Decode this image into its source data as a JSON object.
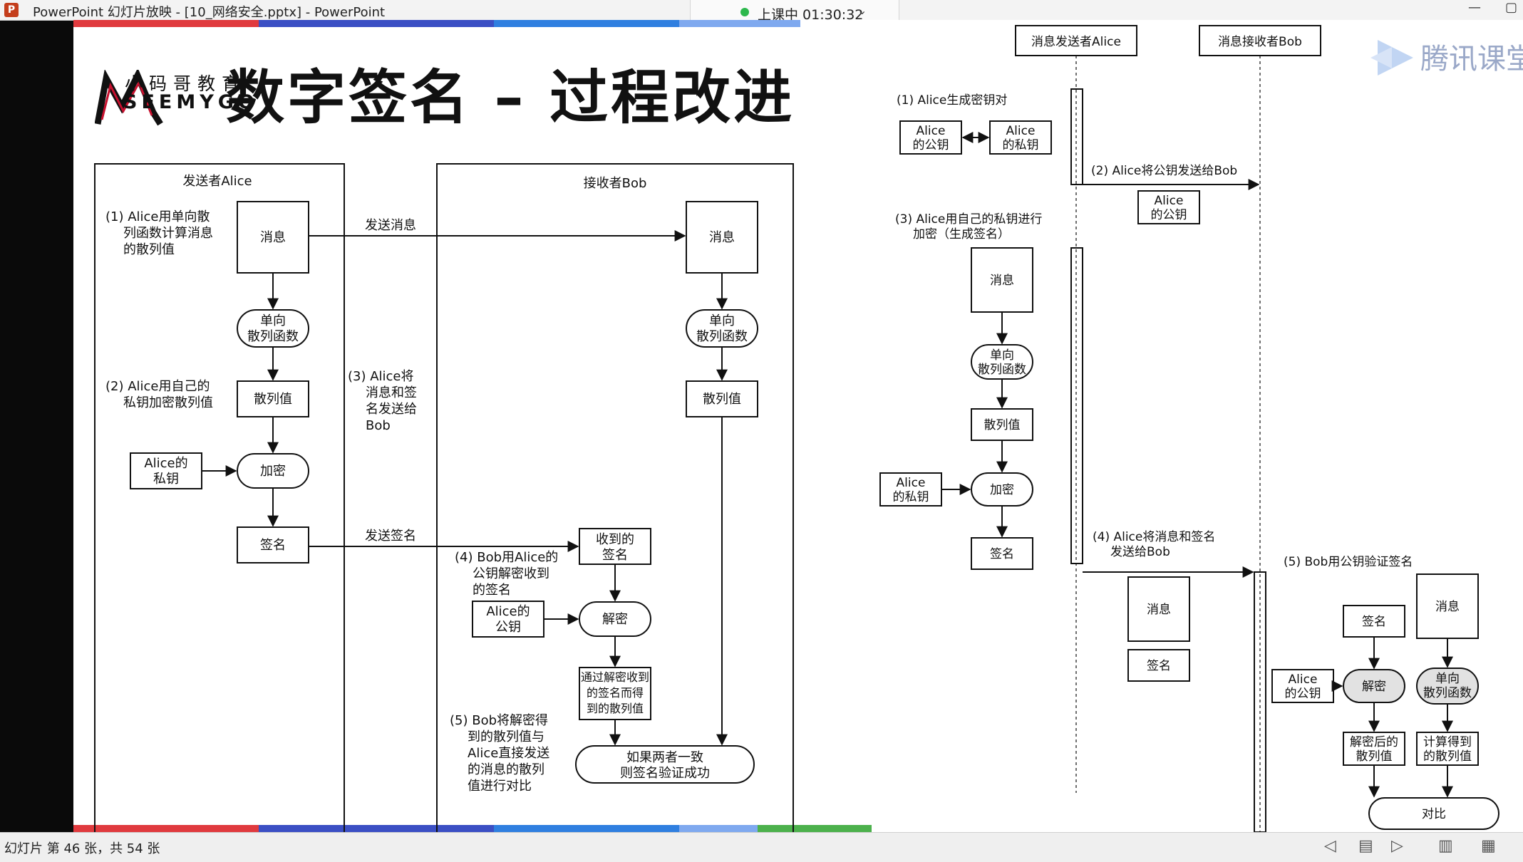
{
  "window": {
    "title": "PowerPoint 幻灯片放映 - [10_网络安全.pptx] - PowerPoint",
    "app_icon": "P"
  },
  "live": {
    "status": "上课中 01:30:32",
    "dot_color": "#2db84d"
  },
  "slide": {
    "title": "数字签名 – 过程改进",
    "logo": {
      "cn": "小码哥教育",
      "en": "SEEMYGO",
      "brand_color": "#c8102e"
    },
    "watermark": "腾讯课堂",
    "left": {
      "sender_title": "发送者Alice",
      "receiver_title": "接收者Bob",
      "step1": [
        "(1) Alice用单向散",
        "列函数计算消息",
        "的散列值"
      ],
      "step2": [
        "(2) Alice用自己的",
        "私钥加密散列值"
      ],
      "step3": [
        "(3) Alice将",
        "消息和签",
        "名发送给",
        "Bob"
      ],
      "step4": [
        "(4) Bob用Alice的",
        "公钥解密收到",
        "的签名"
      ],
      "step5": [
        "(5) Bob将解密得",
        "到的散列值与",
        "Alice直接发送",
        "的消息的散列",
        "值进行对比"
      ],
      "send_message": "发送消息",
      "send_signature": "发送签名",
      "message": "消息",
      "hash_fn": [
        "单向",
        "散列函数"
      ],
      "hash_value": "散列值",
      "alice_private": [
        "Alice的",
        "私钥"
      ],
      "encrypt": "加密",
      "signature": "签名",
      "received_sig": [
        "收到的",
        "签名"
      ],
      "alice_public": [
        "Alice的",
        "公钥"
      ],
      "decrypt": "解密",
      "decrypted_hash": [
        "通过解密收到",
        "的签名而得",
        "到的散列值"
      ],
      "verify": [
        "如果两者一致",
        "则签名验证成功"
      ]
    },
    "right": {
      "sender": "消息发送者Alice",
      "receiver": "消息接收者Bob",
      "s1": "(1) Alice生成密钥对",
      "pub_key": [
        "Alice",
        "的公钥"
      ],
      "priv_key": [
        "Alice",
        "的私钥"
      ],
      "s2": "(2) Alice将公钥发送给Bob",
      "s3": [
        "(3) Alice用自己的私钥进行",
        "加密（生成签名）"
      ],
      "message": "消息",
      "hash_fn": [
        "单向",
        "散列函数"
      ],
      "hash_value": "散列值",
      "encrypt": "加密",
      "signature": "签名",
      "s4": [
        "(4) Alice将消息和签名",
        "发送给Bob"
      ],
      "s5": "(5) Bob用公钥验证签名",
      "decrypt": "解密",
      "decrypted_hash": [
        "解密后的",
        "散列值"
      ],
      "computed_hash": [
        "计算得到",
        "的散列值"
      ],
      "compare": "对比"
    }
  },
  "status": {
    "slide_count": "幻灯片 第 46 张，共 54 张"
  }
}
